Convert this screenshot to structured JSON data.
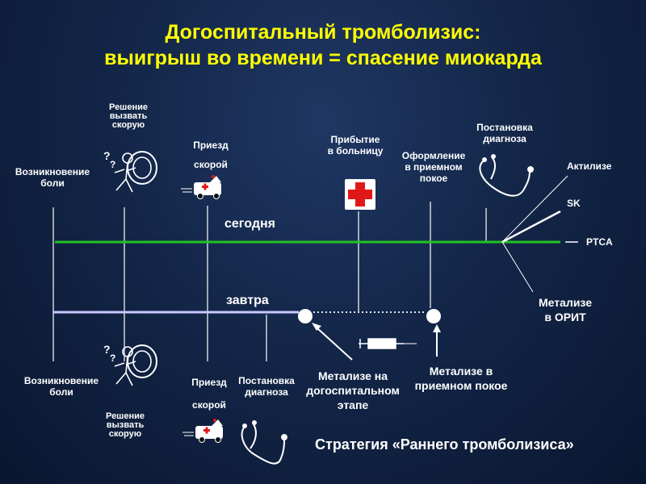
{
  "title": {
    "line1": "Догоспитальный тромболизис:",
    "line2": "выигрыш во времени = спасение миокарда"
  },
  "today": {
    "label": "сегодня",
    "onset": [
      "Возникновение",
      "боли"
    ],
    "decision": [
      "Решение",
      "вызвать",
      "скорую"
    ],
    "ambulance": [
      "Приезд",
      "скорой"
    ],
    "hospital": [
      "Прибытие",
      "в больницу"
    ],
    "registration": [
      "Оформление",
      "в приемном",
      "покое"
    ],
    "diagnosis": [
      "Постановка",
      "диагноза"
    ],
    "branches": {
      "actilyse": "Актилизе",
      "sk": "SK",
      "ptca": "PTCA",
      "metalyse_icu": [
        "Метализе",
        "в ОРИТ"
      ]
    }
  },
  "tomorrow": {
    "label": "завтра",
    "onset": [
      "Возникновение",
      "боли"
    ],
    "decision": [
      "Решение",
      "вызвать",
      "скорую"
    ],
    "ambulance": [
      "Приезд",
      "скорой"
    ],
    "diagnosis": [
      "Постановка",
      "диагноза"
    ],
    "prehospital": [
      "Метализе на",
      "догоспитальном",
      "этапе"
    ],
    "admission": [
      "Метализе в",
      "приемном покое"
    ]
  },
  "strategy": "Стратегия «Раннего тромболизиса»",
  "icons": [
    "thinking-man-icon",
    "ambulance-icon",
    "red-cross-icon",
    "stethoscope-icon",
    "syringe-icon"
  ],
  "colors": {
    "title": "#ffff00",
    "today_line": "#22c322",
    "tomorrow_line": "#c8c8ff",
    "cross": "#e01818"
  }
}
